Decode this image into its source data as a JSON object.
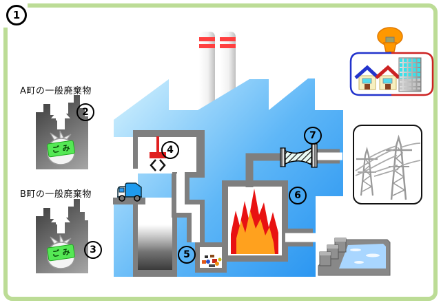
{
  "figure": {
    "number": "1"
  },
  "towns": {
    "a": {
      "label": "A町の一般廃棄物",
      "marker": "2",
      "bag_text": "ごみ"
    },
    "b": {
      "label": "B町の一般廃棄物",
      "marker": "3",
      "bag_text": "ごみ"
    }
  },
  "plant_markers": {
    "crane": "4",
    "feeder": "5",
    "incinerator": "6",
    "filter": "7"
  },
  "icons": {
    "left": [
      "city-silhouette-icon",
      "garbage-bag-icon",
      "arrow-up-icon"
    ],
    "plant": [
      "factory-icon",
      "chimney-icon",
      "crane-icon",
      "garbage-truck-icon",
      "waste-pit-icon",
      "trash-feeder-icon",
      "flame-icon",
      "filter-icon",
      "pipe-icon"
    ],
    "right": [
      "lightbulb-icon",
      "house-icon",
      "building-icon",
      "power-pylon-icon",
      "heated-pool-icon"
    ]
  },
  "colors": {
    "frame_green": "#BCDC96",
    "factory_blue_light": "#D8F4FE",
    "factory_blue": "#1B8CEF",
    "wall_gray": "#7F7F7F",
    "fire_red": "#E81212",
    "fire_orange": "#FFA11E",
    "chimney_stripe_red": "#FF4040",
    "crane_red": "#E02020",
    "truck_blue": "#1E9BEF",
    "bulb_orange": "#FF9800",
    "house_roof_blue": "#2233CC",
    "house_roof_red": "#CC2222",
    "water_blue": "#A9D6FF",
    "bag_label_green": "#55E855"
  }
}
